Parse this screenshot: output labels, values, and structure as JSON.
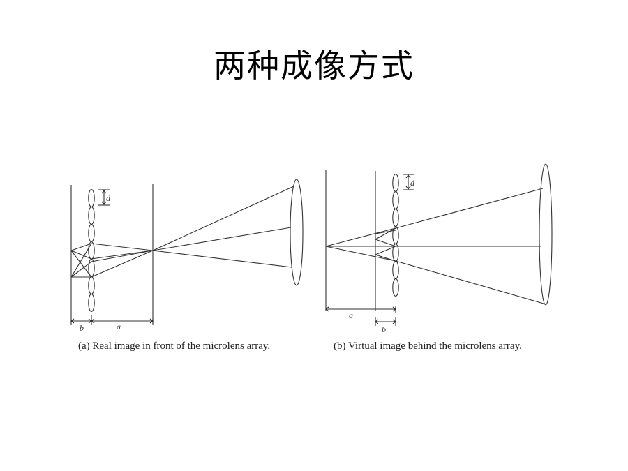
{
  "slide": {
    "title": "两种成像方式"
  },
  "panel_a": {
    "caption": "(a) Real image in front of the microlens array.",
    "label_d": "d",
    "label_b": "b",
    "label_a": "a"
  },
  "panel_b": {
    "caption": "(b) Virtual image behind the microlens array.",
    "label_d": "d",
    "label_a": "a",
    "label_b": "b"
  },
  "colors": {
    "line": "#333333",
    "background": "#ffffff"
  }
}
